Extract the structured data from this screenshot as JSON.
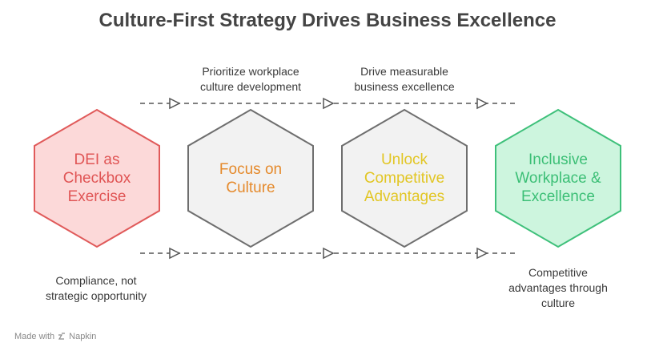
{
  "title": "Culture-First Strategy Drives Business Excellence",
  "steps": [
    {
      "label_lines": [
        "DEI as",
        "Checkbox",
        "Exercise"
      ],
      "fill": "#fcd9d9",
      "stroke": "#e05a5a",
      "text_color": "#e05555"
    },
    {
      "label_lines": [
        "Focus on",
        "Culture"
      ],
      "fill": "#f2f2f2",
      "stroke": "#6e6e6e",
      "text_color": "#e58a2c"
    },
    {
      "label_lines": [
        "Unlock",
        "Competitive",
        "Advantages"
      ],
      "fill": "#f2f2f2",
      "stroke": "#6e6e6e",
      "text_color": "#e2c624"
    },
    {
      "label_lines": [
        "Inclusive",
        "Workplace &",
        "Excellence"
      ],
      "fill": "#cdf5de",
      "stroke": "#3ec07a",
      "text_color": "#3cbf76"
    }
  ],
  "notes": {
    "top_1": [
      "Prioritize workplace",
      "culture development"
    ],
    "top_2": [
      "Drive measurable",
      "business excellence"
    ],
    "bottom_left": [
      "Compliance, not",
      "strategic opportunity"
    ],
    "bottom_right": [
      "Competitive",
      "advantages through",
      "culture"
    ]
  },
  "footer": {
    "made_with": "Made with",
    "brand": "Napkin"
  },
  "colors": {
    "connector": "#555555",
    "arrow_fill": "#ffffff"
  }
}
